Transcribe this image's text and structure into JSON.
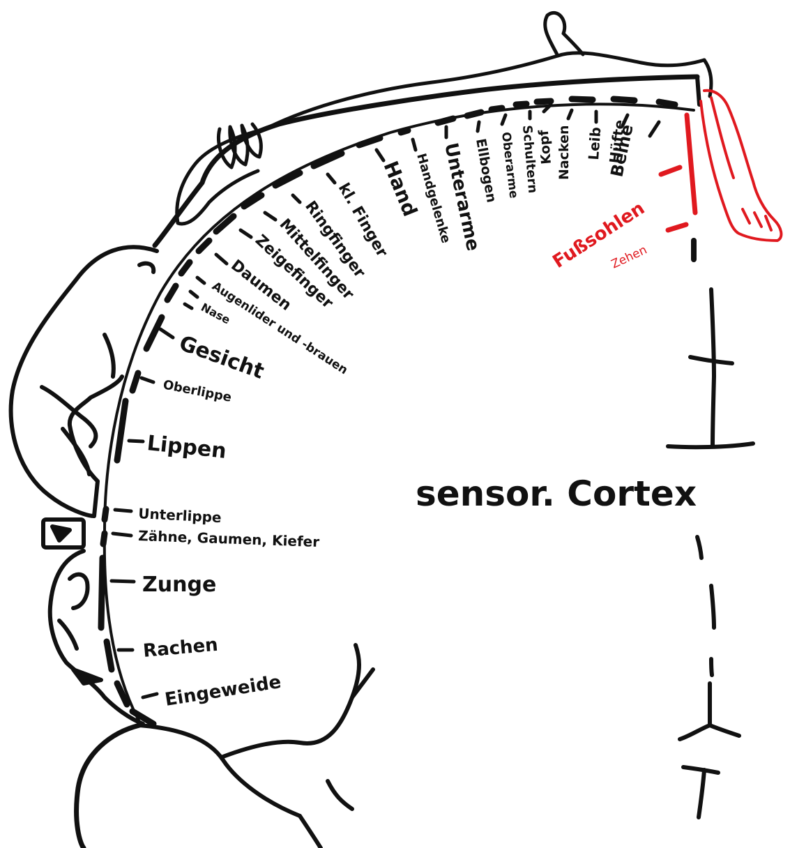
{
  "title": "sensor. Cortex",
  "colors": {
    "ink": "#111111",
    "highlight": "#e0191f",
    "background": "#ffffff"
  },
  "labels": {
    "beine": "Beine",
    "huefte": "Hüfte",
    "leib": "Leib",
    "nacken": "Nacken",
    "kopf": "Kopf",
    "schultern": "Schultern",
    "oberarme": "Oberarme",
    "ellbogen": "Ellbogen",
    "unterarme": "Unterarme",
    "handgelenke": "Handgelenke",
    "hand": "Hand",
    "kl_finger": "kl. Finger",
    "ringfinger": "Ringfinger",
    "mittelfinger": "Mittelfinger",
    "zeigefinger": "Zeigefinger",
    "daumen": "Daumen",
    "augenlider": "Augenlider und -brauen",
    "nase": "Nase",
    "gesicht": "Gesicht",
    "oberlippe": "Oberlippe",
    "lippen": "Lippen",
    "unterlippe": "Unterlippe",
    "zaehne": "Zähne, Gaumen, Kiefer",
    "zunge": "Zunge",
    "rachen": "Rachen",
    "eingeweide": "Eingeweide",
    "fusssohlen": "Fußsohlen",
    "zehen": "Zehen"
  }
}
